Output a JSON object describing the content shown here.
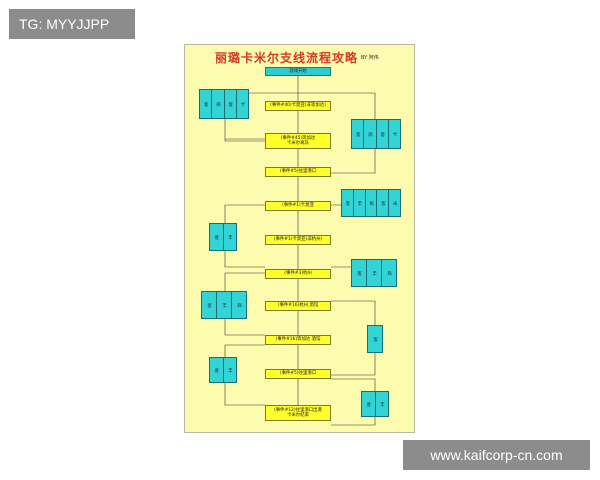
{
  "watermarks": {
    "top": "TG: MYYJJPP",
    "bottom": "www.kaifcorp-cn.com"
  },
  "diagram": {
    "title": "丽璐卡米尔支线流程攻略",
    "subtitle": "BY 阿伟",
    "start": "游戏开始",
    "events": [
      "(事件#40)卡莫亚(非等加达)",
      "(事件#45)等加达\n卡米尔离队",
      "(事件#5)往里港口",
      "(事件#1)卡莫亚",
      "(事件#1)卡莫亚(非杭州)",
      "(事件#3)杭州",
      "(事件#16)杭州 酒馆",
      "(事件#16)等加达 酒馆",
      "(事件#5)往里港口",
      "(事件#12)往里港口出港\n卡米尔结束"
    ],
    "groups": [
      {
        "cells": [
          "客",
          "商",
          "客",
          "卡"
        ]
      },
      {
        "cells": [
          "客",
          "商",
          "客",
          "卡"
        ]
      },
      {
        "cells": [
          "客",
          "丰",
          "商",
          "客",
          "米"
        ]
      },
      {
        "cells": [
          "客",
          "丰"
        ]
      },
      {
        "cells": [
          "客",
          "丰",
          "商"
        ]
      },
      {
        "cells": [
          "客",
          "丰",
          "商"
        ]
      },
      {
        "cells": [
          "客"
        ]
      },
      {
        "cells": [
          "客",
          "丰"
        ]
      },
      {
        "cells": [
          "客",
          "丰"
        ]
      }
    ]
  }
}
